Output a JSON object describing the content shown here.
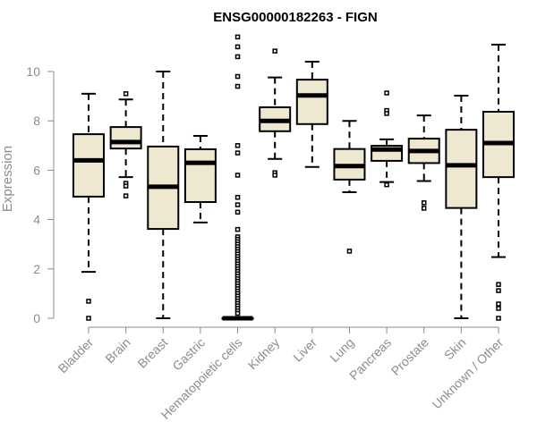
{
  "chart_data": {
    "type": "box",
    "title": "ENSG00000182263 - FIGN",
    "xlabel": "",
    "ylabel": "Expression",
    "ylim": [
      0,
      10
    ],
    "yticks": [
      0,
      2,
      4,
      6,
      8,
      10
    ],
    "grid": false,
    "colors": {
      "box_fill": "#ede8cf",
      "stroke": "#000000",
      "axis": "#8c8c8c",
      "label": "#8c8c8c"
    },
    "categories": [
      "Bladder",
      "Brain",
      "Breast",
      "Gastric",
      "Hematopoietic cells",
      "Kidney",
      "Liver",
      "Lung",
      "Pancreas",
      "Prostate",
      "Skin",
      "Unknown / Other"
    ],
    "boxes": [
      {
        "low": 1.88,
        "q1": 4.93,
        "median": 6.4,
        "q3": 7.46,
        "high": 9.1,
        "outliers": [
          0.69,
          0
        ]
      },
      {
        "low": 5.72,
        "q1": 6.88,
        "median": 7.14,
        "q3": 7.75,
        "high": 8.87,
        "outliers": [
          9.1,
          5.47,
          5.36,
          4.96
        ]
      },
      {
        "low": 0,
        "q1": 3.62,
        "median": 5.33,
        "q3": 6.96,
        "high": 10.0,
        "outliers": []
      },
      {
        "low": 3.88,
        "q1": 4.71,
        "median": 6.3,
        "q3": 6.85,
        "high": 7.39,
        "outliers": []
      },
      {
        "low": 0,
        "q1": 0,
        "median": 0,
        "q3": 0,
        "high": 0,
        "outliers": [
          11.4,
          11.0,
          10.6,
          9.8,
          9.4,
          7.0,
          6.7,
          5.8,
          4.9,
          4.6,
          4.3,
          3.6,
          3.3,
          3.2,
          3.1,
          3.0,
          2.9,
          2.8,
          2.7,
          2.6,
          2.5,
          2.4,
          2.3,
          2.2,
          2.1,
          2.0,
          1.9,
          1.8,
          1.7,
          1.6,
          1.5,
          1.4,
          1.3,
          1.2,
          1.1,
          1.0,
          0.9,
          0.8,
          0.7,
          0.6,
          0.5,
          0.4,
          0.3,
          0.2
        ]
      },
      {
        "low": 6.46,
        "q1": 7.58,
        "median": 8.0,
        "q3": 8.55,
        "high": 9.76,
        "outliers": [
          10.83,
          5.9,
          5.8
        ]
      },
      {
        "low": 6.13,
        "q1": 7.87,
        "median": 9.03,
        "q3": 9.67,
        "high": 10.4,
        "outliers": []
      },
      {
        "low": 5.11,
        "q1": 5.62,
        "median": 6.17,
        "q3": 6.86,
        "high": 8.0,
        "outliers": [
          2.72
        ]
      },
      {
        "low": 5.52,
        "q1": 6.38,
        "median": 6.84,
        "q3": 6.99,
        "high": 7.25,
        "outliers": [
          9.13,
          8.42,
          8.3,
          5.41
        ]
      },
      {
        "low": 5.56,
        "q1": 6.29,
        "median": 6.78,
        "q3": 7.28,
        "high": 8.22,
        "outliers": [
          4.68,
          4.46
        ]
      },
      {
        "low": 0,
        "q1": 4.47,
        "median": 6.2,
        "q3": 7.64,
        "high": 9.02,
        "outliers": []
      },
      {
        "low": 2.48,
        "q1": 5.72,
        "median": 7.1,
        "q3": 8.37,
        "high": 11.09,
        "outliers": [
          1.37,
          1.12,
          0.58,
          0.4,
          0
        ]
      }
    ]
  }
}
